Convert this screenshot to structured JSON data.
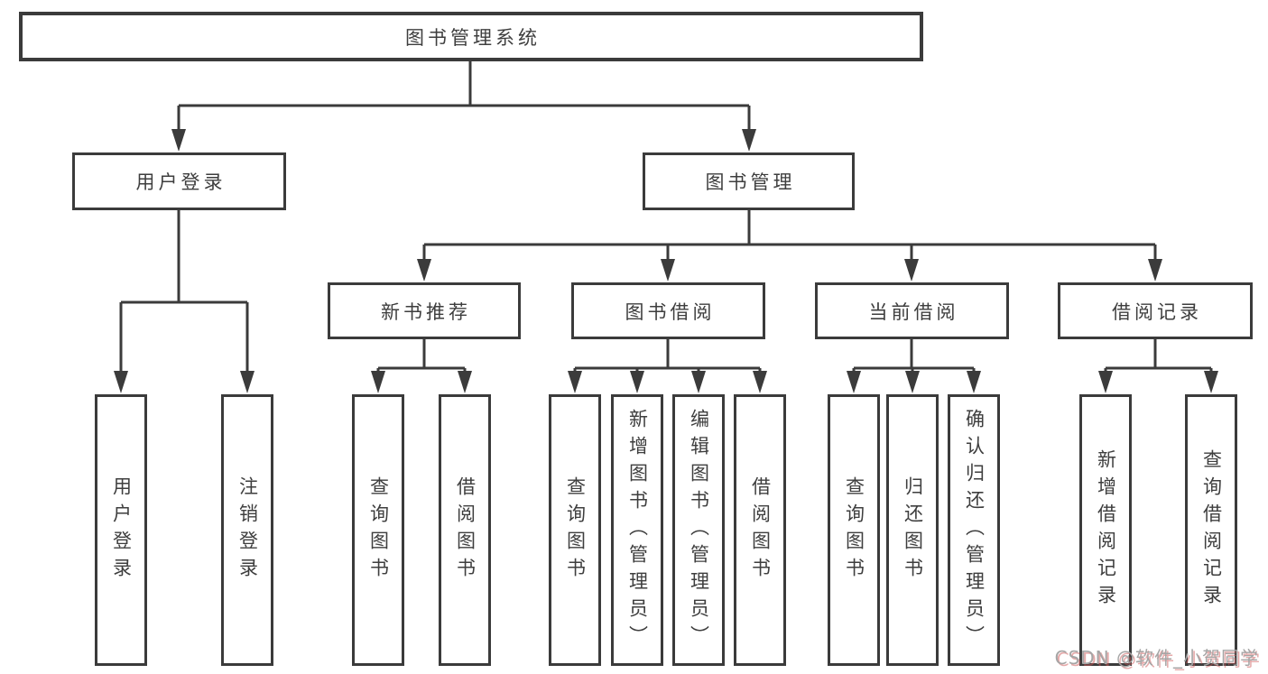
{
  "diagram": {
    "root": {
      "label": "图书管理系统"
    },
    "level1": [
      {
        "label": "用户登录",
        "children": [
          {
            "label": "用户登录"
          },
          {
            "label": "注销登录"
          }
        ]
      },
      {
        "label": "图书管理",
        "children": [
          {
            "label": "新书推荐",
            "children": [
              {
                "label": "查询图书"
              },
              {
                "label": "借阅图书"
              }
            ]
          },
          {
            "label": "图书借阅",
            "children": [
              {
                "label": "查询图书"
              },
              {
                "label": "新增图书（管理员）"
              },
              {
                "label": "编辑图书（管理员）"
              },
              {
                "label": "借阅图书"
              }
            ]
          },
          {
            "label": "当前借阅",
            "children": [
              {
                "label": "查询图书"
              },
              {
                "label": "归还图书"
              },
              {
                "label": "确认归还（管理员）"
              }
            ]
          },
          {
            "label": "借阅记录",
            "children": [
              {
                "label": "新增借阅记录"
              },
              {
                "label": "查询借阅记录"
              }
            ]
          }
        ]
      }
    ]
  },
  "watermark": {
    "text": "CSDN @软件_小贺同学"
  },
  "colors": {
    "line": "#3b3b3b",
    "box_border": "#3b3b3b",
    "text": "#3e3e3e",
    "background": "#ffffff",
    "watermark_gray": "#a5a5a5",
    "watermark_red": "#cd5555"
  }
}
